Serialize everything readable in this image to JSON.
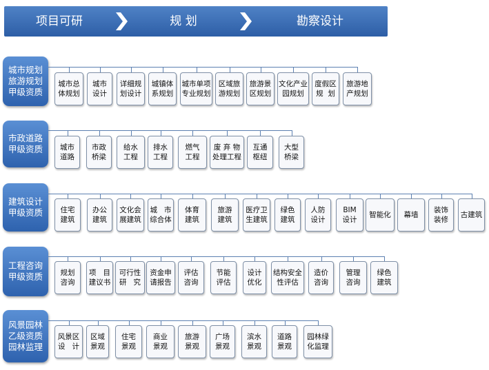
{
  "header": {
    "stages": [
      "项目可研",
      "规 划",
      "勘察设计"
    ]
  },
  "groups": [
    {
      "category": [
        "城市规划",
        "旅游规划",
        "甲级资质"
      ],
      "items": [
        "城市总\n体规划",
        "城市\n设计",
        "详细规\n划设计",
        "城镇体\n系规划",
        "城市单项\n专业规划",
        "区域旅\n游规划",
        "旅游景\n区规划",
        "文化产业\n园规划",
        "度假区\n规  划",
        "旅游地\n产规划"
      ]
    },
    {
      "category": [
        "市政道路",
        "甲级资质"
      ],
      "items": [
        "城市\n道路",
        "市政\n桥梁",
        "给水\n工程",
        "排水\n工程",
        "燃气\n工程",
        "废 弃 物\n处理工程",
        "互通\n枢纽",
        "大型\n桥梁"
      ]
    },
    {
      "category": [
        "建筑设计",
        "甲级资质"
      ],
      "items": [
        "住宅\n建筑",
        "办公\n建筑",
        "文化会\n展建筑",
        "城   市\n综合体",
        "体育\n建筑",
        "旅游\n建筑",
        "医疗卫\n生建筑",
        "绿色\n建筑",
        "人防\n设计",
        "BIM\n设计",
        "智能化",
        "幕墙",
        "装饰\n装修",
        "古建筑"
      ]
    },
    {
      "category": [
        "工程咨询",
        "甲级资质"
      ],
      "items": [
        "规划\n咨询",
        "项   目\n建议书",
        "可行性\n研   究",
        "资金申\n请报告",
        "评估\n咨询",
        "节能\n评估",
        "设计\n优化",
        "结构安全\n性评估",
        "造价\n咨询",
        "管理\n咨询",
        "绿色\n建筑"
      ]
    },
    {
      "category": [
        "风景园林",
        "乙级资质",
        "园林监理"
      ],
      "items": [
        "风景区\n设   计",
        "区域\n景观",
        "住宅\n景观",
        "商业\n景观",
        "旅游\n景观",
        "广场\n景观",
        "滨水\n景观",
        "道路\n景观",
        "园林绿\n化监理"
      ]
    }
  ]
}
